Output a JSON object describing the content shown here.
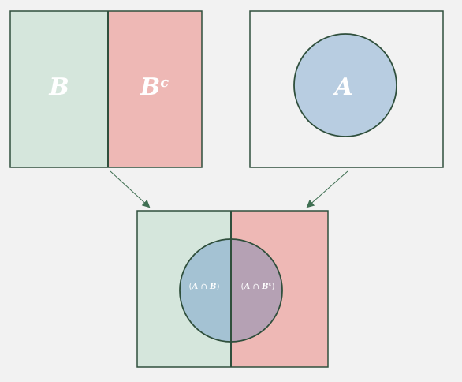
{
  "panels": {
    "partition": {
      "left_label": "B",
      "right_label_base": "B",
      "right_label_sup": "c"
    },
    "event": {
      "circle_label": "A"
    },
    "combined": {
      "left_open": "(",
      "left_a": "A",
      "left_op": " ∩ ",
      "left_b": "B",
      "left_close": ")",
      "right_open": "(",
      "right_a": "A",
      "right_op": " ∩ ",
      "right_b": "B",
      "right_sup": "c",
      "right_close": ")"
    }
  },
  "colors": {
    "background": "#f2f2f2",
    "green_region": "#d5e6dc",
    "red_region": "#eeb8b5",
    "blue_circle": "#b8cde1",
    "circle_on_green": "#a4c2d3",
    "circle_on_red": "#b5a1b4",
    "outline": "#2f4f3c",
    "arrow": "#3f6f52"
  }
}
